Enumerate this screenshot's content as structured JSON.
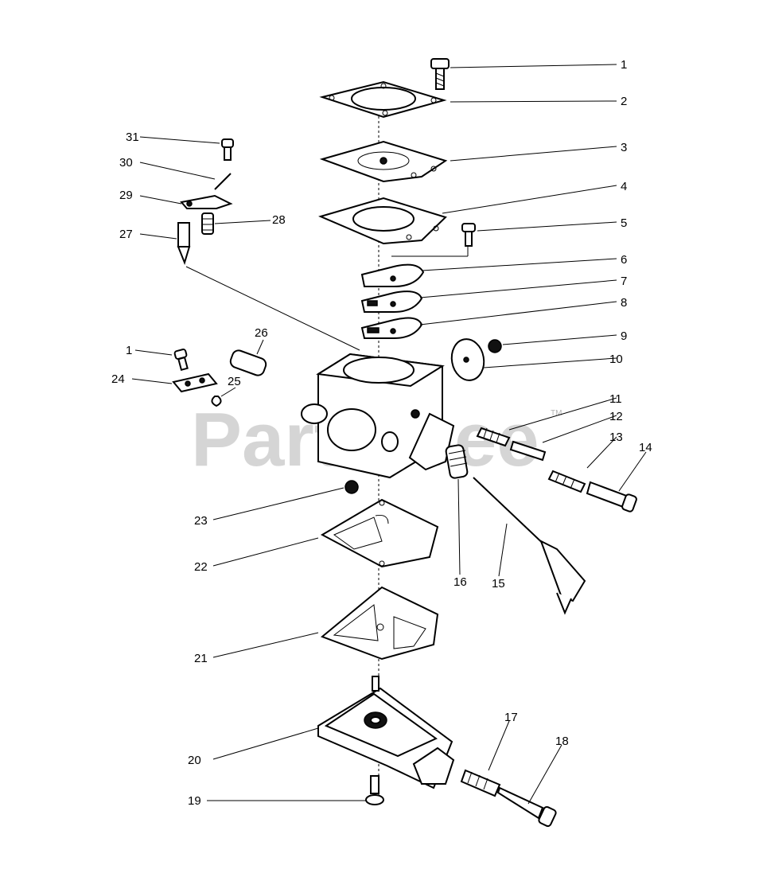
{
  "watermark": {
    "text": "PartsTree",
    "trademark": "TM"
  },
  "callouts": [
    {
      "id": "1",
      "text": "1"
    },
    {
      "id": "2",
      "text": "2"
    },
    {
      "id": "3",
      "text": "3"
    },
    {
      "id": "4",
      "text": "4"
    },
    {
      "id": "5",
      "text": "5"
    },
    {
      "id": "6",
      "text": "6"
    },
    {
      "id": "7",
      "text": "7"
    },
    {
      "id": "8",
      "text": "8"
    },
    {
      "id": "9",
      "text": "9"
    },
    {
      "id": "10",
      "text": "10"
    },
    {
      "id": "11",
      "text": "11"
    },
    {
      "id": "12",
      "text": "12"
    },
    {
      "id": "13",
      "text": "13"
    },
    {
      "id": "14",
      "text": "14"
    },
    {
      "id": "15",
      "text": "15"
    },
    {
      "id": "16",
      "text": "16"
    },
    {
      "id": "17",
      "text": "17"
    },
    {
      "id": "18",
      "text": "18"
    },
    {
      "id": "19",
      "text": "19"
    },
    {
      "id": "20",
      "text": "20"
    },
    {
      "id": "21",
      "text": "21"
    },
    {
      "id": "22",
      "text": "22"
    },
    {
      "id": "23",
      "text": "23"
    },
    {
      "id": "24",
      "text": "24"
    },
    {
      "id": "25",
      "text": "25"
    },
    {
      "id": "26",
      "text": "26"
    },
    {
      "id": "27",
      "text": "27"
    },
    {
      "id": "28",
      "text": "28"
    },
    {
      "id": "29",
      "text": "29"
    },
    {
      "id": "30",
      "text": "30"
    },
    {
      "id": "31",
      "text": "31"
    },
    {
      "id": "1b",
      "text": "1"
    }
  ]
}
